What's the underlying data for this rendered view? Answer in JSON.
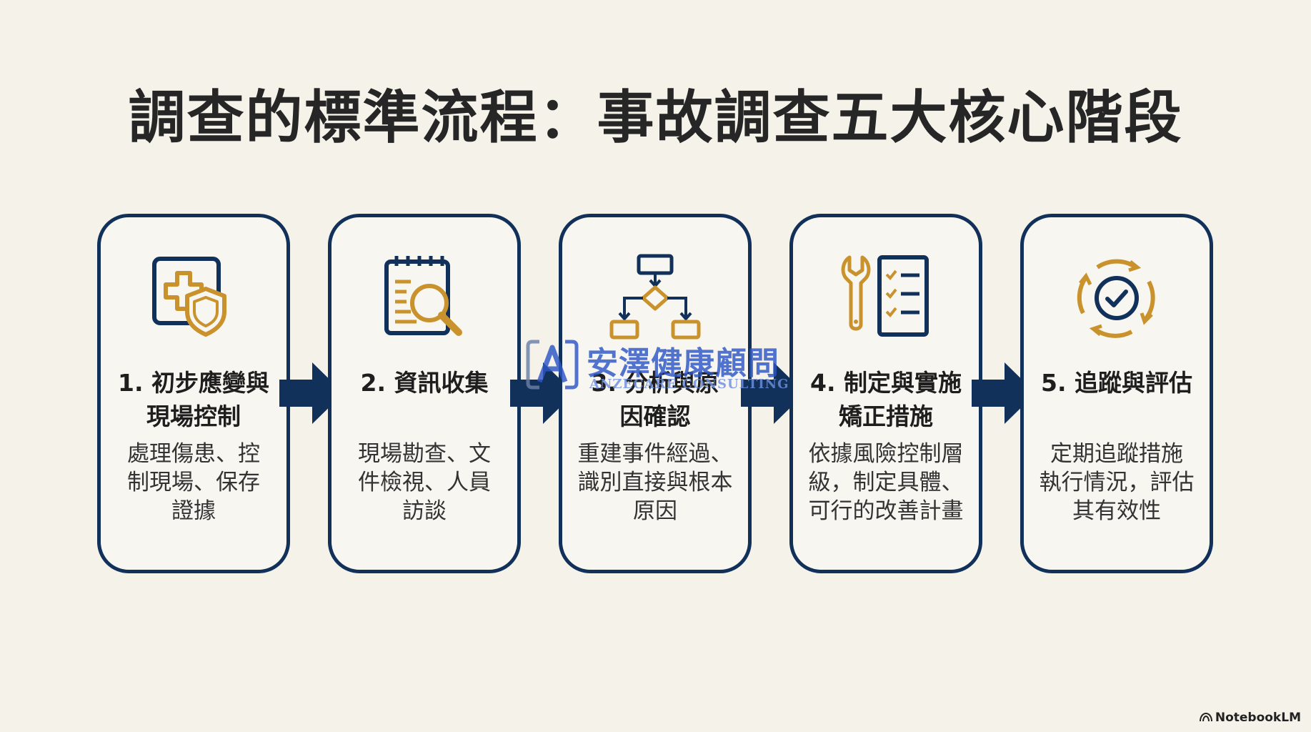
{
  "title": "調查的標準流程：事故調查五大核心階段",
  "colors": {
    "navy": "#12315a",
    "gold": "#c9922c",
    "background": "#f5f2ea",
    "watermark": "#2d56c6"
  },
  "steps": [
    {
      "icon": "medical-shield-icon",
      "title_line1": "1. 初步應變與",
      "title_line2": "現場控制",
      "desc_line1": "處理傷患、控",
      "desc_line2": "制現場、保存",
      "desc_line3": "證據"
    },
    {
      "icon": "document-search-icon",
      "title_line1": "2. 資訊收集",
      "title_line2": "",
      "desc_line1": "現場勘查、文",
      "desc_line2": "件檢視、人員",
      "desc_line3": "訪談"
    },
    {
      "icon": "flowchart-icon",
      "title_line1": "3. 分析與原",
      "title_line2": "因確認",
      "desc_line1": "重建事件經過、",
      "desc_line2": "識別直接與根本",
      "desc_line3": "原因"
    },
    {
      "icon": "wrench-checklist-icon",
      "title_line1": "4. 制定與實施",
      "title_line2": "矯正措施",
      "desc_line1": "依據風險控制層",
      "desc_line2": "級，制定具體、",
      "desc_line3": "可行的改善計畫"
    },
    {
      "icon": "refresh-check-icon",
      "title_line1": "5. 追蹤與評估",
      "title_line2": "",
      "desc_line1": "定期追蹤措施",
      "desc_line2": "執行情況，評估",
      "desc_line3": "其有效性"
    }
  ],
  "watermark": {
    "text": "安澤健康顧問",
    "subtext": "ANZECARE CONSULTING"
  },
  "brand": "NotebookLM"
}
